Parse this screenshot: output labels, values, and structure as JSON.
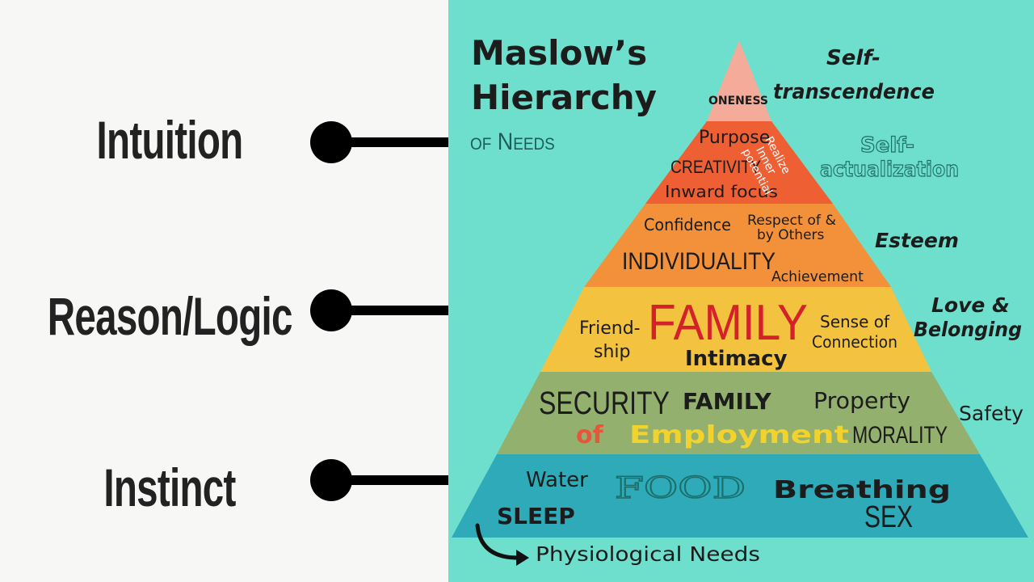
{
  "levels_left": {
    "intuition": "Intuition",
    "reason": "Reason/Logic",
    "instinct": "Instinct"
  },
  "title": {
    "line1": "Maslow’s",
    "line2": "Hierarchy",
    "line3": "of Needs"
  },
  "tiers": {
    "top": {
      "words": [
        "ONENESS"
      ],
      "side": "Self-\ntranscendence"
    },
    "actualization": {
      "words": [
        "Purpose",
        "CREATIVITY",
        "Inward focus",
        "Realize",
        "Inner",
        "potential"
      ],
      "side": "Self-\nactualization"
    },
    "esteem": {
      "words": [
        "Confidence",
        "Respect of &",
        "by Others",
        "INDIVIDUALITY",
        "Achievement"
      ],
      "side": "Esteem"
    },
    "love": {
      "words": [
        "Friend-",
        "ship",
        "FAMILY",
        "Sense of",
        "Connection",
        "Intimacy"
      ],
      "side": "Love &\nBelonging"
    },
    "safety": {
      "words": [
        "SECURITY",
        "FAMILY",
        "Property",
        "of",
        "Employment",
        "MORALITY"
      ],
      "side": "Safety"
    },
    "physio": {
      "words": [
        "Water",
        "FOOD",
        "Breathing",
        "SLEEP",
        "SEX"
      ],
      "side": "Physiological Needs"
    }
  },
  "colors": {
    "panel": "#6fdfcd",
    "tier_top": "#f4ab9a",
    "tier_actualization": "#ee5f34",
    "tier_esteem": "#f2913a",
    "tier_love": "#f3c23e",
    "tier_safety": "#93b06f",
    "tier_physio": "#2eaab8"
  }
}
